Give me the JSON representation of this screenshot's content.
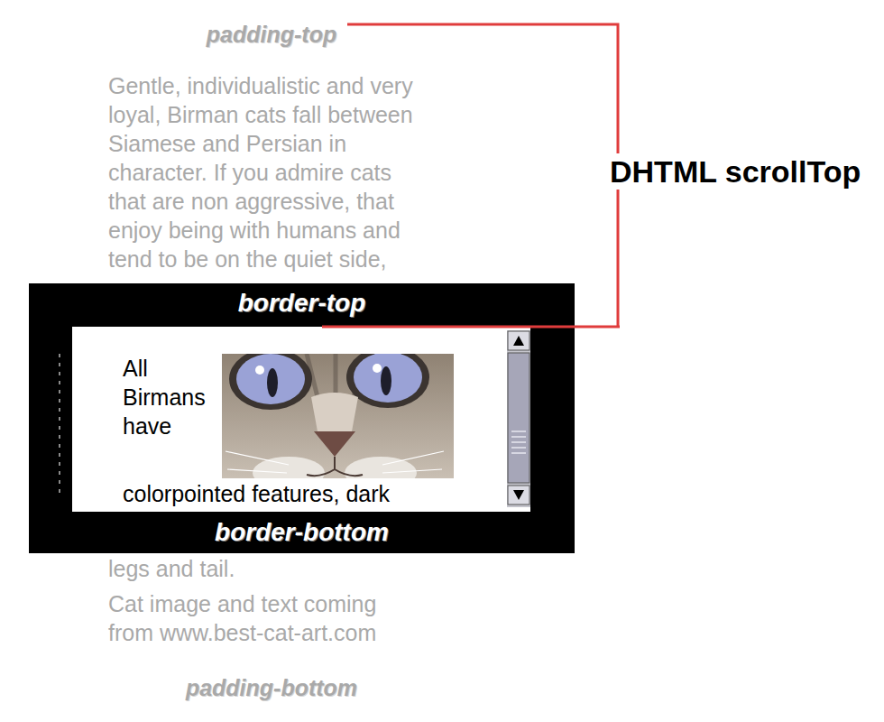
{
  "diagram": {
    "nodes": [
      {
        "text": [
          "border-top",
          "border-bottom"
        ]
      },
      {
        "text": [
          "All Birmans have",
          "colorpointed features, dark"
        ],
        "in": 0
      }
    ],
    "labels": [
      "padding-top",
      "Gentle, individualistic and very loyal, Birman cats fall between Siamese and Persian in character. If you admire cats that are non aggressive, that enjoy being with humans and tend to be on the quiet side,",
      "DHTML scrollTop",
      "legs and tail.",
      "Cat image and text coming from www.best-cat-art.com",
      "padding-bottom"
    ]
  }
}
